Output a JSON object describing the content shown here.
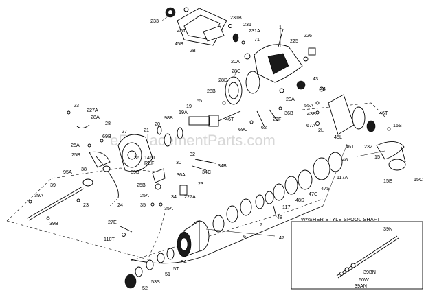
{
  "watermark": "eReplacementParts.com",
  "inset_title": "WASHER STYLE SPOOL SHAFT",
  "labels": {
    "l233": "233",
    "l46T_a": "46T",
    "l45B": "45B",
    "l2B": "2B",
    "l231B": "231B",
    "l231": "231",
    "l231A": "231A",
    "l71": "71",
    "l20A_a": "20A",
    "l1": "1",
    "l225": "225",
    "l226": "226",
    "l28C": "28C",
    "l28D": "28D",
    "l28B": "28B",
    "l43": "43",
    "l44": "44",
    "l55A": "55A",
    "l20A_b": "20A",
    "l43B": "43B",
    "l67A": "67A",
    "l2L": "2L",
    "l45L": "45L",
    "l46T_b": "46T",
    "l46T_c": "46T",
    "l232": "232",
    "l15S": "15S",
    "l15": "15",
    "l15E": "15E",
    "l15C": "15C",
    "l55": "55",
    "l19": "19",
    "l19A": "19A",
    "l46T_d": "46T",
    "l28F": "28F",
    "l36B": "36B",
    "l62": "62",
    "l69C": "69C",
    "l98B": "98B",
    "l20": "20",
    "l21": "21",
    "l23_a": "23",
    "l227A_a": "227A",
    "l28A": "28A",
    "l28": "28",
    "l69B": "69B",
    "l27": "27",
    "l25A": "25A",
    "l25B": "25B",
    "l38": "38",
    "l95A": "95A",
    "l36": "36",
    "l146T": "146T",
    "lREF": "REF",
    "l69B_b": "69B",
    "l25B_b": "25B",
    "l34": "34",
    "l30": "30",
    "l36A": "36A",
    "l25A_b": "25A",
    "l35": "35",
    "l35A": "35A",
    "l227A_b": "227A",
    "l23_b": "23",
    "l34C": "34C",
    "l32": "32",
    "l34B": "34B",
    "l39": "39",
    "l39A": "39A",
    "l39B": "39B",
    "l23_c": "23",
    "l24": "24",
    "l27E": "27E",
    "l110T": "110T",
    "l46": "46",
    "l117A": "117A",
    "l47S": "47S",
    "l47C": "47C",
    "l48S": "48S",
    "l117": "117",
    "l48": "48",
    "l7": "7",
    "l6": "6",
    "l47": "47",
    "l6A": "6A",
    "l5T": "5T",
    "l51": "51",
    "l53S": "53S",
    "l52": "52",
    "l39N": "39N",
    "l39BN": "39BN",
    "l60W": "60W",
    "l39AN": "39AN"
  },
  "icons": [
    "spinning-reel-exploded-view"
  ]
}
